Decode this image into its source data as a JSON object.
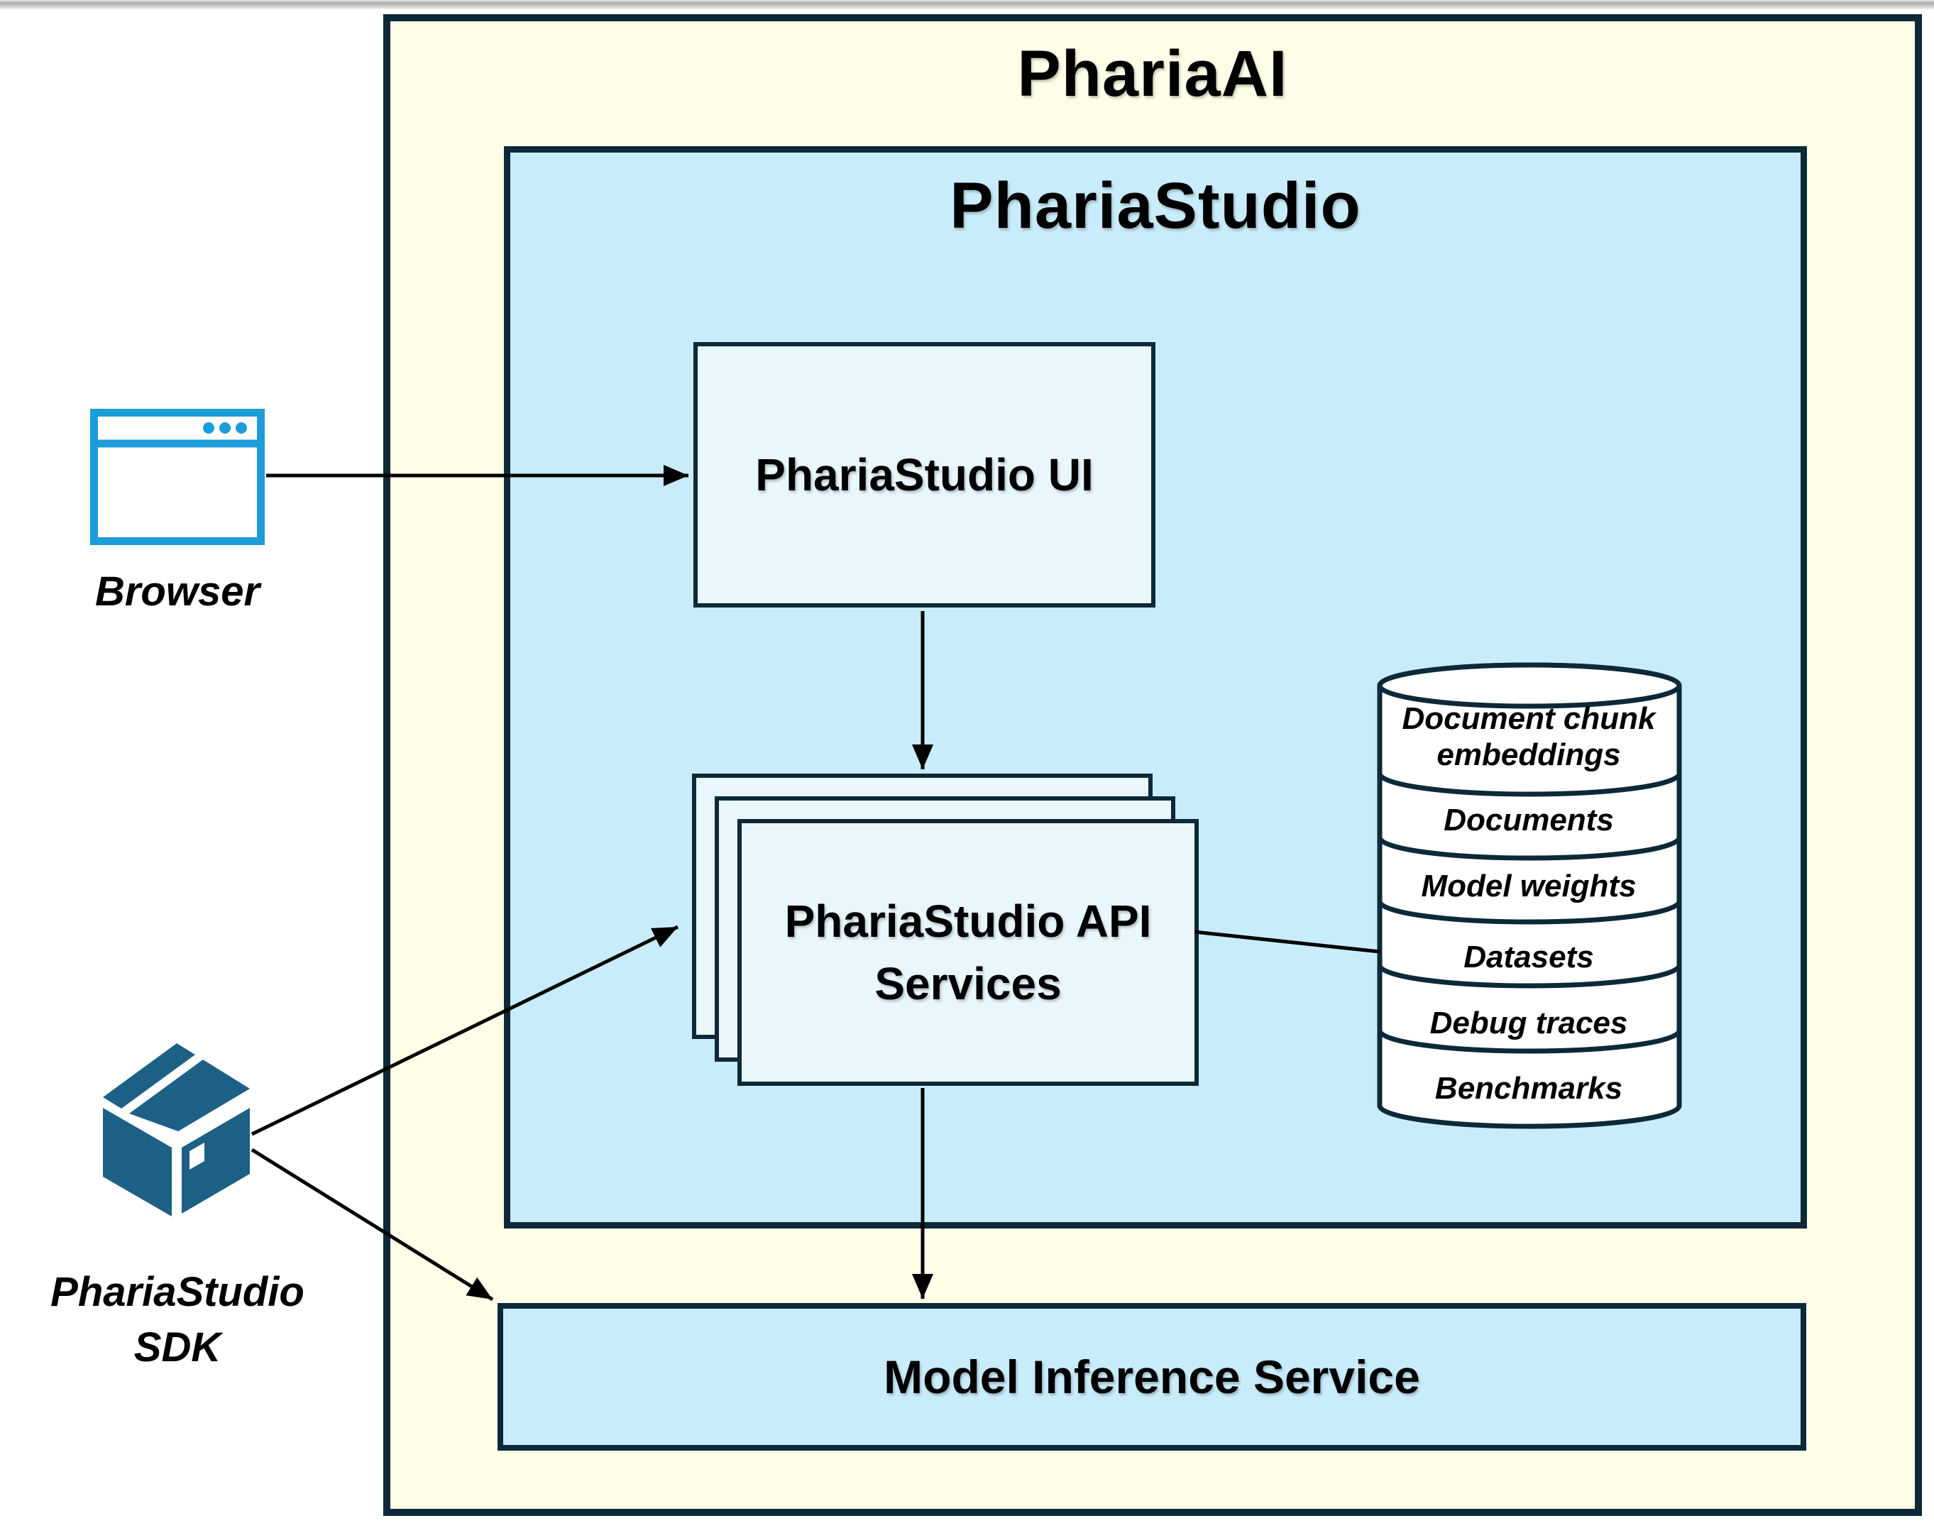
{
  "diagram": {
    "outer": {
      "title": "PhariaAI"
    },
    "studio": {
      "title": "PhariaStudio"
    },
    "ui_box": {
      "label": "PhariaStudio UI"
    },
    "api_box": {
      "label": "PhariaStudio API Services"
    },
    "inference_box": {
      "label": "Model Inference Service"
    },
    "browser": {
      "label": "Browser",
      "icon": "browser-window-icon"
    },
    "sdk": {
      "label_line1": "PhariaStudio",
      "label_line2": "SDK",
      "icon": "package-box-icon"
    },
    "database": {
      "icon": "database-cylinder-icon",
      "segments": [
        "Document chunk embeddings",
        "Documents",
        "Model weights",
        "Datasets",
        "Debug traces",
        "Benchmarks"
      ]
    },
    "edges": [
      {
        "from": "browser",
        "to": "ui_box",
        "style": "arrow"
      },
      {
        "from": "ui_box",
        "to": "api_box",
        "style": "arrow"
      },
      {
        "from": "api_box",
        "to": "inference_box",
        "style": "arrow"
      },
      {
        "from": "sdk",
        "to": "api_box",
        "style": "arrow"
      },
      {
        "from": "sdk",
        "to": "inference_box",
        "style": "arrow"
      },
      {
        "from": "api_box",
        "to": "database",
        "style": "line"
      }
    ],
    "colors": {
      "border_navy": "#0d2938",
      "outer_fill": "#fefee8",
      "studio_fill": "#c9ecfb",
      "inner_box_fill": "#e9f7fd",
      "inference_fill": "#c9ecfb",
      "database_fill": "#ffffff",
      "browser_icon_blue": "#1c9cd9",
      "sdk_icon_teal": "#1d6086",
      "text_black": "#000000"
    }
  }
}
